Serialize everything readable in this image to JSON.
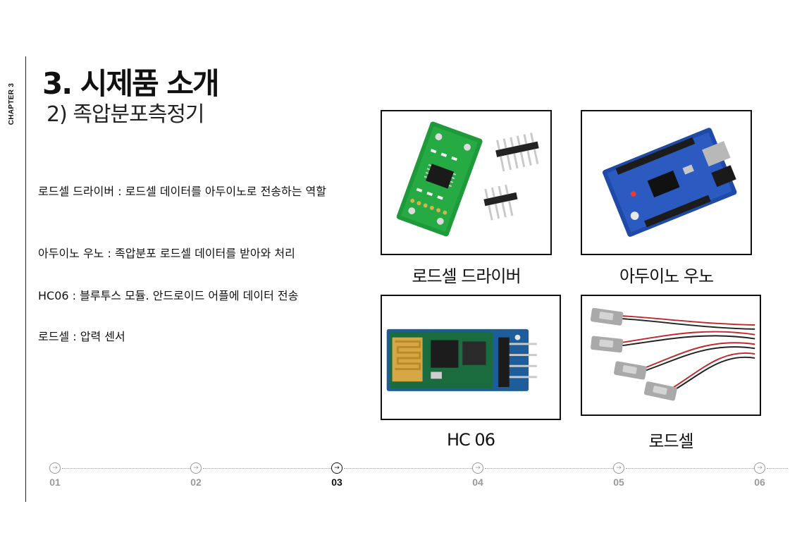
{
  "chapter": "CHAPTER 3",
  "title": "3. 시제품 소개",
  "subtitle": "2) 족압분포측정기",
  "descriptions": [
    "로드셀 드라이버 : 로드셀 데이터를 아두이노로 전송하는 역할",
    "아두이노 우노 : 족압분포 로드셀 데이터를 받아와 처리",
    "HC06 : 블루투스 모듈. 안드로이드 어플에 데이터 전송",
    "로드셀 : 압력 센서"
  ],
  "products": [
    {
      "caption": "로드셀 드라이버",
      "icon": "hx711-board-photo"
    },
    {
      "caption": "아두이노 우노",
      "icon": "arduino-uno-photo"
    },
    {
      "caption": "HC 06",
      "icon": "hc06-module-photo"
    },
    {
      "caption": "로드셀",
      "icon": "load-cell-photo"
    }
  ],
  "timeline": {
    "steps": [
      "01",
      "02",
      "03",
      "04",
      "05",
      "06"
    ],
    "active": "03",
    "arrow_icon": "→"
  },
  "colors": {
    "pcb_green": "#1e9a3a",
    "arduino_blue": "#1f4aa8",
    "hc06_blue": "#1d5e9a",
    "wire_red": "#c0282a",
    "inactive_gray": "#999999"
  }
}
